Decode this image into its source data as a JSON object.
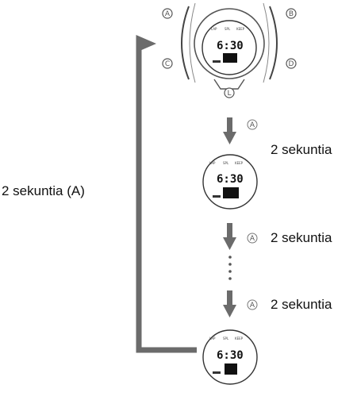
{
  "side_label": "2 sekuntia (A)",
  "steps": [
    {
      "button": "A",
      "label": "2 sekuntia"
    },
    {
      "button": "A",
      "label": "2 sekuntia"
    },
    {
      "button": "A",
      "label": "2 sekuntia"
    }
  ],
  "watch": {
    "buttons": {
      "top_left": "A",
      "top_right": "B",
      "bottom_left": "C",
      "bottom_right": "D",
      "bottom": "L"
    },
    "time": "6:30",
    "header_words": [
      "LAP",
      "SPL",
      "KEEP"
    ]
  },
  "colors": {
    "arrow": "#6b6b6b",
    "outline": "#555555",
    "text": "#111111"
  }
}
